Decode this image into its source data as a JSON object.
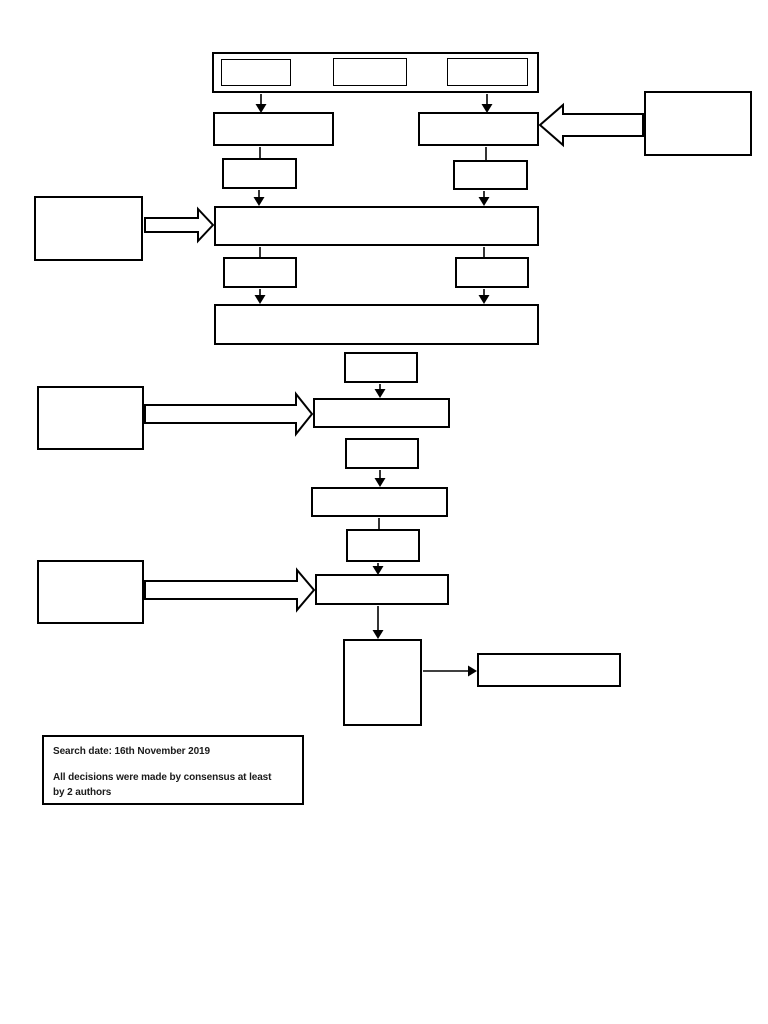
{
  "page": {
    "background_color": "#ffffff",
    "line_color": "#000000"
  },
  "diagram": {
    "type": "flowchart",
    "title": "",
    "boxes_have_text": false
  },
  "note_box": {
    "line1": "Search date: 16th November 2019",
    "line2": "All decisions were made by consensus at least",
    "line3": "by 2 authors"
  }
}
